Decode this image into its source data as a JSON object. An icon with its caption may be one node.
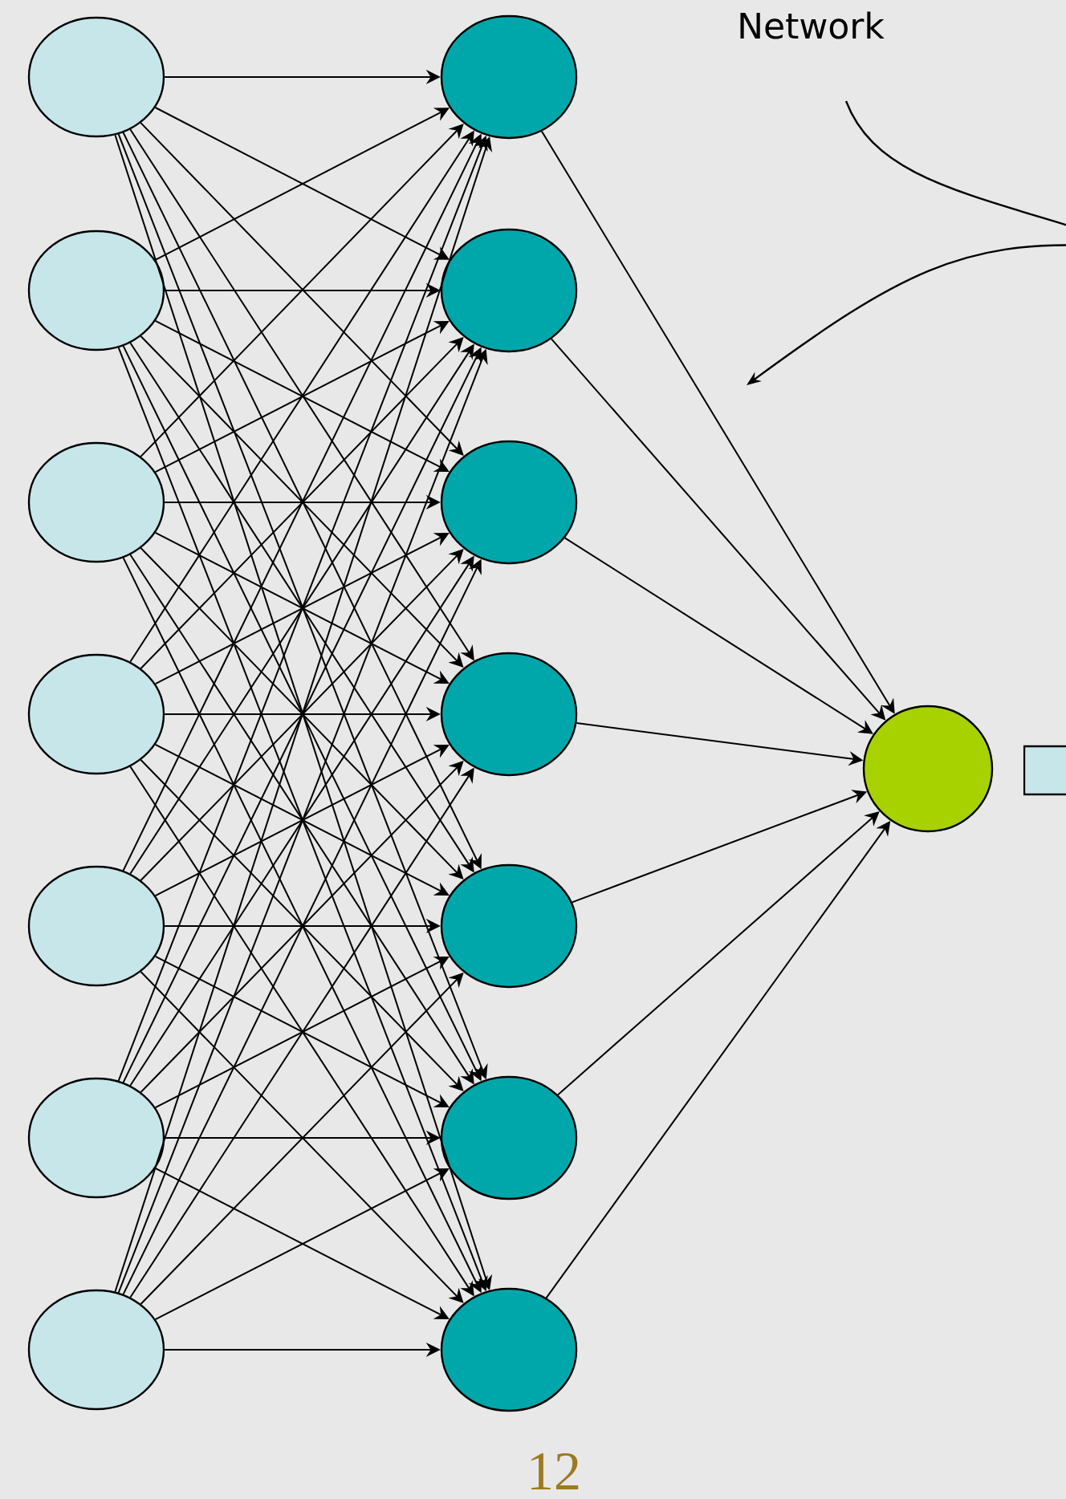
{
  "diagram": {
    "nodes": [
      {
        "text": [],
        "shape": "circle"
      },
      {
        "text": [],
        "shape": "circle"
      },
      {
        "text": [],
        "shape": "circle"
      },
      {
        "text": [],
        "shape": "circle"
      },
      {
        "text": [],
        "shape": "circle"
      },
      {
        "text": [],
        "shape": "circle"
      },
      {
        "text": [],
        "shape": "circle"
      },
      {
        "text": [],
        "shape": "circle"
      },
      {
        "text": [],
        "shape": "circle"
      },
      {
        "text": [],
        "shape": "circle"
      },
      {
        "text": [],
        "shape": "circle"
      },
      {
        "text": [],
        "shape": "circle"
      },
      {
        "text": [],
        "shape": "circle"
      },
      {
        "text": [],
        "shape": "circle"
      },
      {
        "text": [],
        "shape": "circle"
      },
      {
        "text": [],
        "shape": "box"
      }
    ],
    "edges": [
      {
        "from": 0,
        "to": 7,
        "arrow": "to"
      },
      {
        "from": 0,
        "to": 8,
        "arrow": "to"
      },
      {
        "from": 0,
        "to": 9,
        "arrow": "to"
      },
      {
        "from": 0,
        "to": 10,
        "arrow": "to"
      },
      {
        "from": 0,
        "to": 11,
        "arrow": "to"
      },
      {
        "from": 0,
        "to": 12,
        "arrow": "to"
      },
      {
        "from": 0,
        "to": 13,
        "arrow": "to"
      },
      {
        "from": 1,
        "to": 7,
        "arrow": "to"
      },
      {
        "from": 1,
        "to": 8,
        "arrow": "to"
      },
      {
        "from": 1,
        "to": 9,
        "arrow": "to"
      },
      {
        "from": 1,
        "to": 10,
        "arrow": "to"
      },
      {
        "from": 1,
        "to": 11,
        "arrow": "to"
      },
      {
        "from": 1,
        "to": 12,
        "arrow": "to"
      },
      {
        "from": 1,
        "to": 13,
        "arrow": "to"
      },
      {
        "from": 2,
        "to": 7,
        "arrow": "to"
      },
      {
        "from": 2,
        "to": 8,
        "arrow": "to"
      },
      {
        "from": 2,
        "to": 9,
        "arrow": "to"
      },
      {
        "from": 2,
        "to": 10,
        "arrow": "to"
      },
      {
        "from": 2,
        "to": 11,
        "arrow": "to"
      },
      {
        "from": 2,
        "to": 12,
        "arrow": "to"
      },
      {
        "from": 2,
        "to": 13,
        "arrow": "to"
      },
      {
        "from": 3,
        "to": 7,
        "arrow": "to"
      },
      {
        "from": 3,
        "to": 8,
        "arrow": "to"
      },
      {
        "from": 3,
        "to": 9,
        "arrow": "to"
      },
      {
        "from": 3,
        "to": 10,
        "arrow": "to"
      },
      {
        "from": 3,
        "to": 11,
        "arrow": "to"
      },
      {
        "from": 3,
        "to": 12,
        "arrow": "to"
      },
      {
        "from": 3,
        "to": 13,
        "arrow": "to"
      },
      {
        "from": 4,
        "to": 7,
        "arrow": "to"
      },
      {
        "from": 4,
        "to": 8,
        "arrow": "to"
      },
      {
        "from": 4,
        "to": 9,
        "arrow": "to"
      },
      {
        "from": 4,
        "to": 10,
        "arrow": "to"
      },
      {
        "from": 4,
        "to": 11,
        "arrow": "to"
      },
      {
        "from": 4,
        "to": 12,
        "arrow": "to"
      },
      {
        "from": 4,
        "to": 13,
        "arrow": "to"
      },
      {
        "from": 5,
        "to": 7,
        "arrow": "to"
      },
      {
        "from": 5,
        "to": 8,
        "arrow": "to"
      },
      {
        "from": 5,
        "to": 9,
        "arrow": "to"
      },
      {
        "from": 5,
        "to": 10,
        "arrow": "to"
      },
      {
        "from": 5,
        "to": 11,
        "arrow": "to"
      },
      {
        "from": 5,
        "to": 12,
        "arrow": "to"
      },
      {
        "from": 5,
        "to": 13,
        "arrow": "to"
      },
      {
        "from": 6,
        "to": 7,
        "arrow": "to"
      },
      {
        "from": 6,
        "to": 8,
        "arrow": "to"
      },
      {
        "from": 6,
        "to": 9,
        "arrow": "to"
      },
      {
        "from": 6,
        "to": 10,
        "arrow": "to"
      },
      {
        "from": 6,
        "to": 11,
        "arrow": "to"
      },
      {
        "from": 6,
        "to": 12,
        "arrow": "to"
      },
      {
        "from": 6,
        "to": 13,
        "arrow": "to"
      },
      {
        "from": 7,
        "to": 14,
        "arrow": "to"
      },
      {
        "from": 8,
        "to": 14,
        "arrow": "to"
      },
      {
        "from": 9,
        "to": 14,
        "arrow": "to"
      },
      {
        "from": 10,
        "to": 14,
        "arrow": "to"
      },
      {
        "from": 11,
        "to": 14,
        "arrow": "to"
      },
      {
        "from": 12,
        "to": 14,
        "arrow": "to"
      },
      {
        "from": 13,
        "to": 14,
        "arrow": "to"
      }
    ],
    "labels": [
      "Network",
      "12"
    ]
  }
}
